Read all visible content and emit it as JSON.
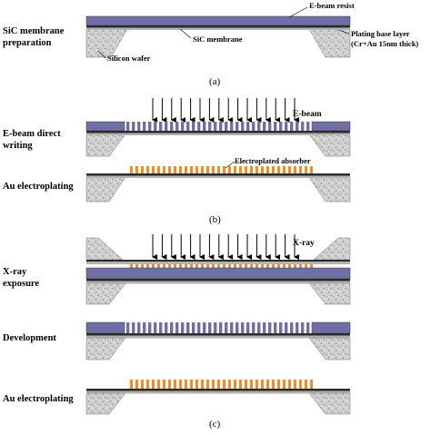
{
  "colors": {
    "resist": "#6f6fa6",
    "membrane": "#2b2b2b",
    "plating_base": "#b3b3b3",
    "wafer_fill": "#c9c9c9",
    "absorber": "#f08a2a",
    "arrow": "#000000"
  },
  "panel_a": {
    "caption": "(a)",
    "step_label": [
      "SiC membrane",
      "preparation"
    ],
    "annotations": {
      "ebeam_resist": "E-beam resist",
      "sic_membrane": "SiC membrane",
      "plating_base": [
        "Plating base layer",
        "(Cr+Au 15nm thick)"
      ],
      "silicon_wafer": "Silicon wafer"
    }
  },
  "panel_b": {
    "caption": "(b)",
    "step1_label": [
      "E-beam direct",
      "writing"
    ],
    "ebeam_label": "E-beam",
    "step2_label": "Au electroplating",
    "absorber_label": "Electroplated absorber"
  },
  "panel_c": {
    "caption": "(c)",
    "xray_label": "X-ray",
    "step1_label": [
      "X-ray",
      "exposure"
    ],
    "step2_label": "Development",
    "step3_label": "Au electroplating"
  }
}
